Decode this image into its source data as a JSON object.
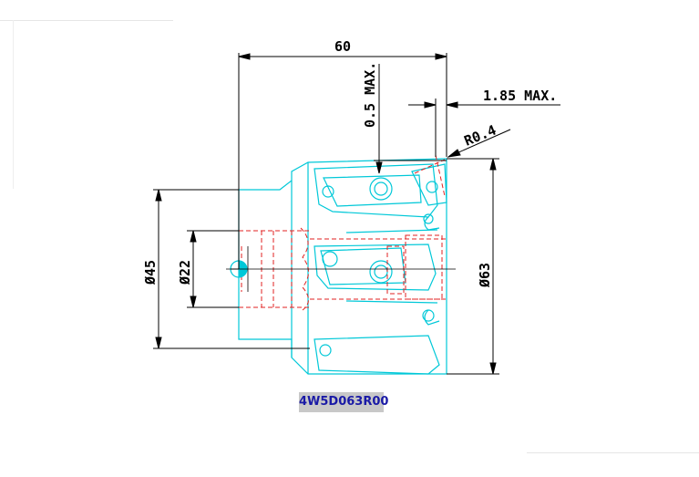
{
  "drawing": {
    "dimensions": {
      "length": "60",
      "depth_max": "0.5 MAX.",
      "edge_max": "1.85 MAX.",
      "radius": "R0.4",
      "dia_45": "Ø45",
      "dia_22": "Ø22",
      "dia_63": "Ø63"
    },
    "part_number": "4W5D063R00",
    "colors": {
      "outline": "#00c8d8",
      "hidden": "#e02020",
      "dimension": "#000000",
      "label_bg": "#c8c8c8",
      "label_text": "#1a1aa6"
    }
  }
}
